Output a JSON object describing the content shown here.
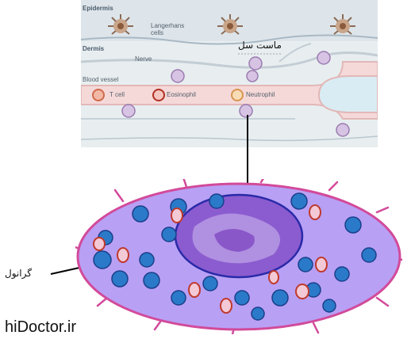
{
  "skin_diagram": {
    "epidermis_label": "Epidermis",
    "dermis_label": "Dermis",
    "blood_vessel_label": "Blood vessel",
    "nerve_label": "Nerve",
    "langerhans_label_line1": "Langerhans",
    "langerhans_label_line2": "cells",
    "mast_cell_label": "ماست سل",
    "legend": [
      {
        "label": "T cell",
        "color": "#e07a5f"
      },
      {
        "label": "Eosinophil",
        "color": "#c0392b"
      },
      {
        "label": "Neutrophil",
        "color": "#e6a15a"
      }
    ]
  },
  "mast_cell_diagram": {
    "granule_label": "گرانول",
    "cell_fill": "#b8a0f5",
    "nucleus_fill": "#7a3fbf",
    "granule_blue": "#2a7ac9",
    "granule_red": "#c0392b"
  },
  "brand": {
    "text": "hiDoctor.ir"
  }
}
